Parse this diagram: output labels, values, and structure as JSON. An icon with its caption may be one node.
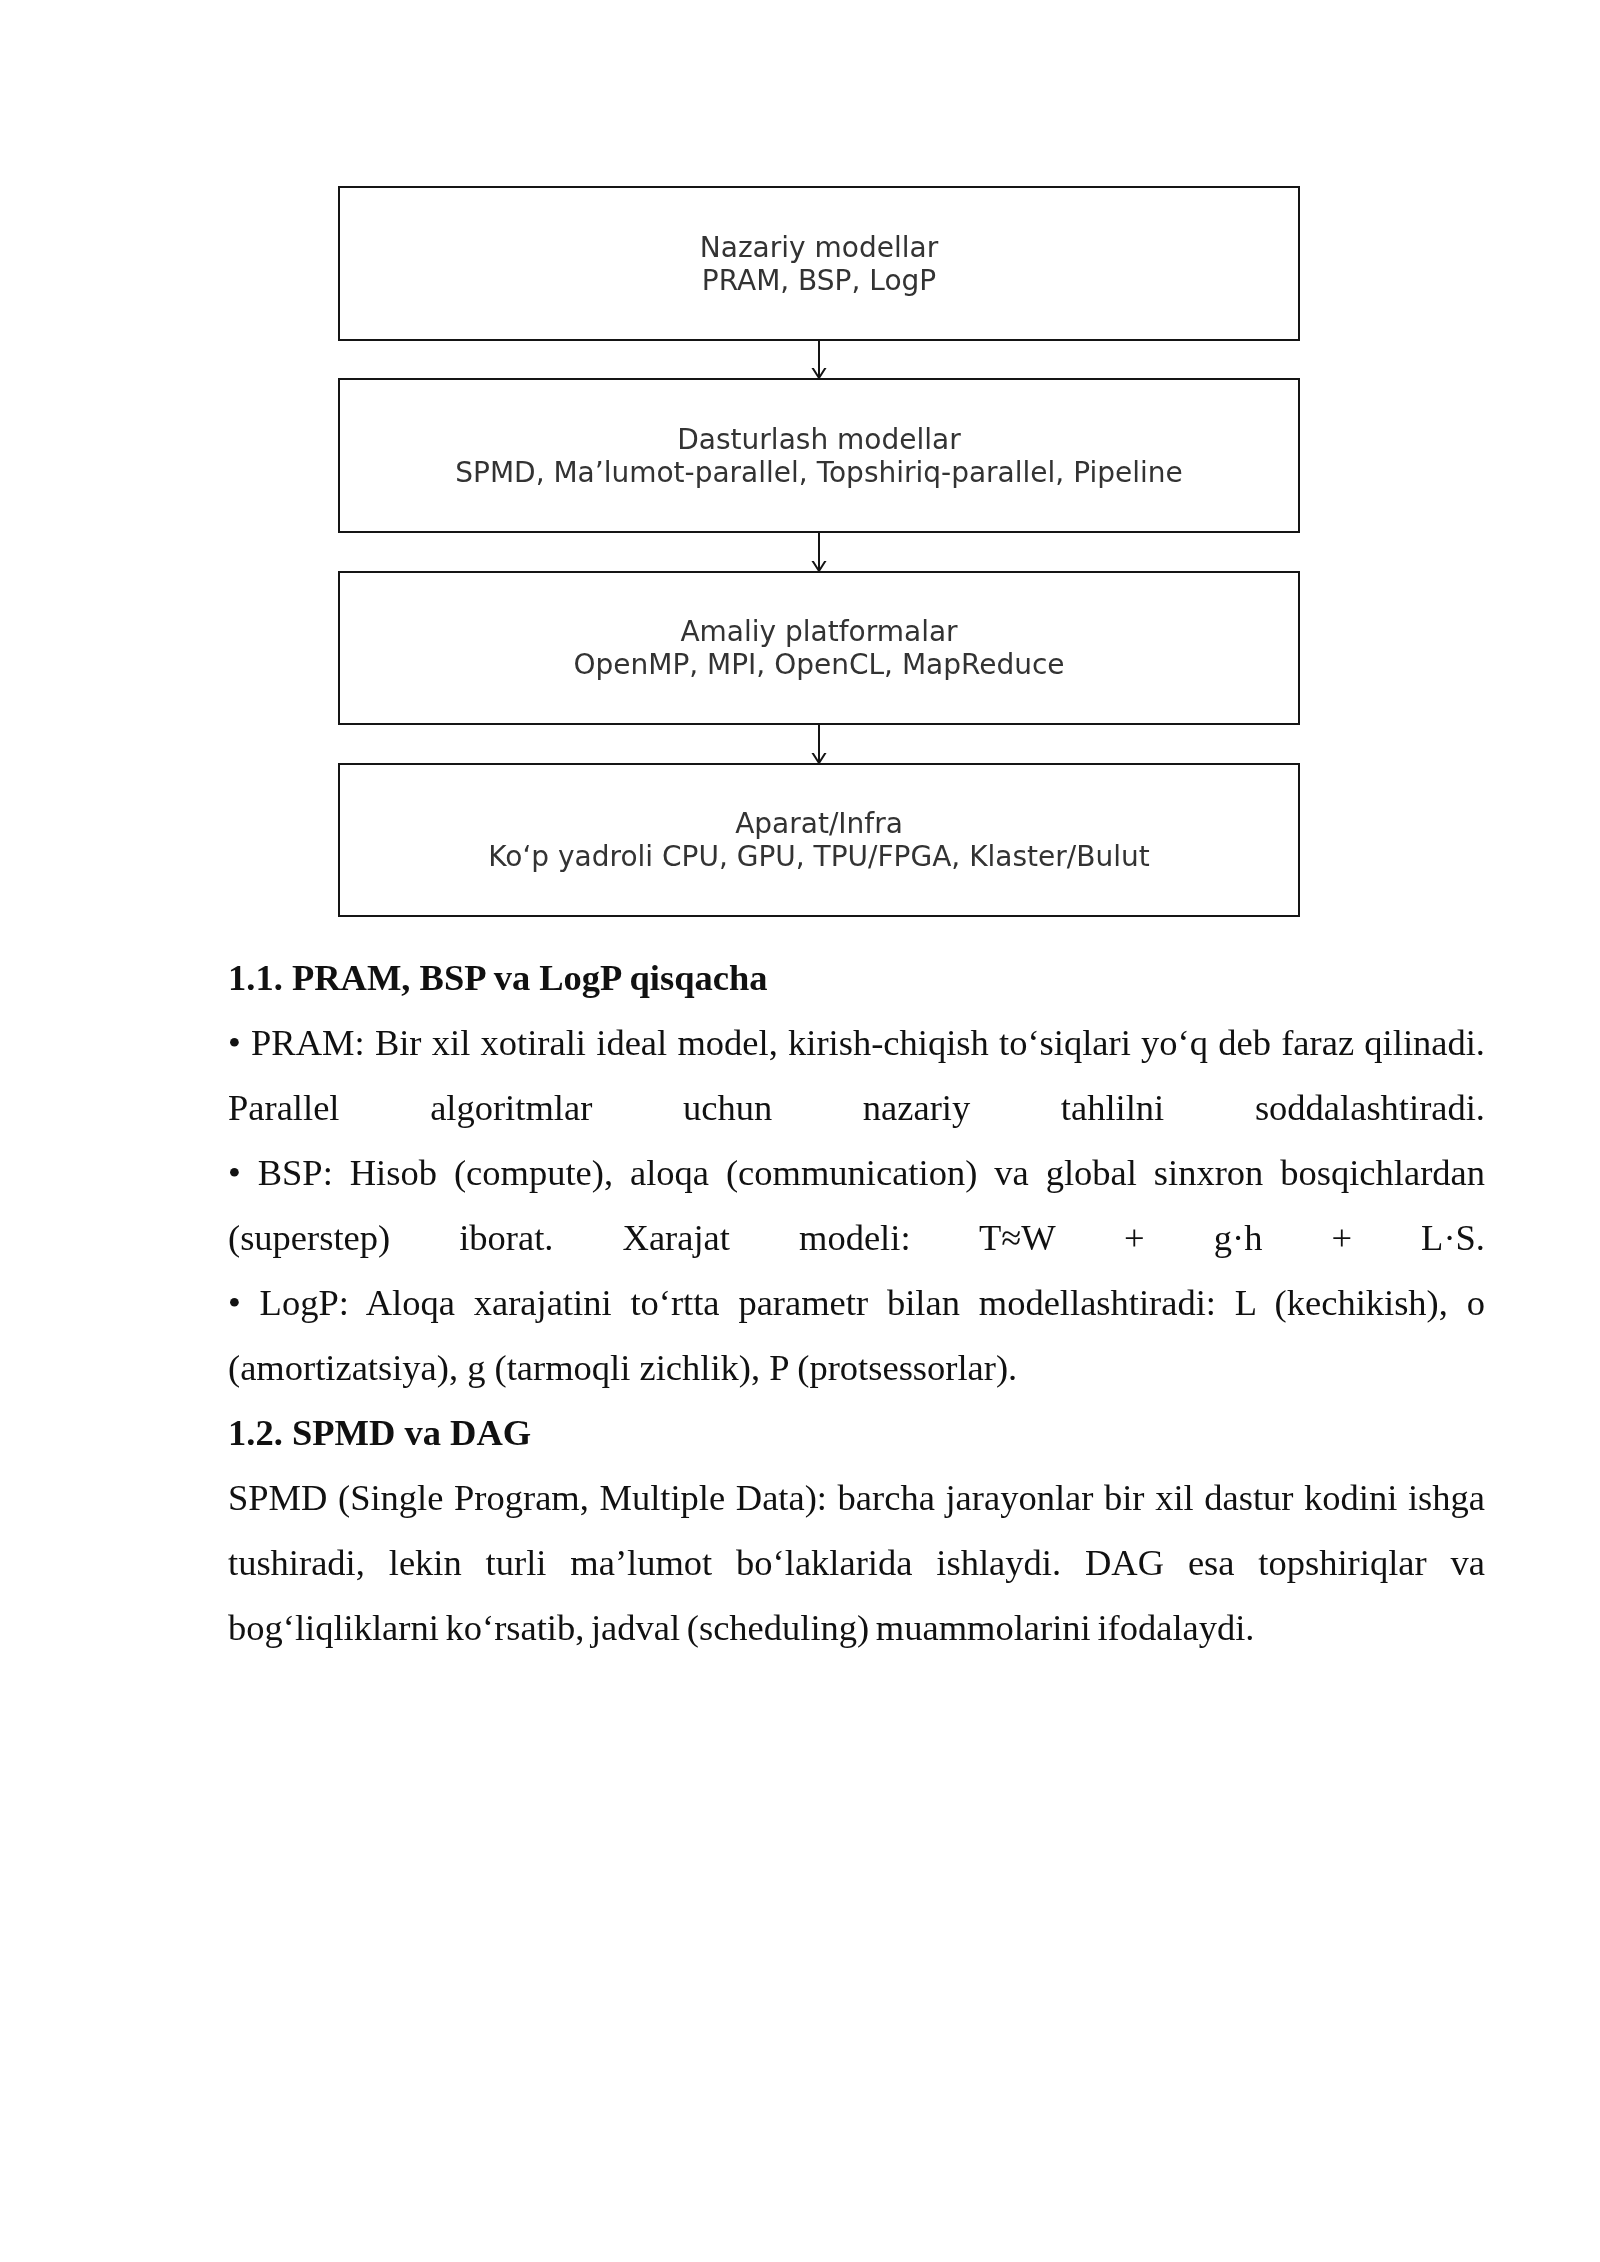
{
  "diagram": {
    "nodes": [
      {
        "text": [
          "Nazariy modellar",
          "PRAM, BSP, LogP"
        ]
      },
      {
        "text": [
          "Dasturlash modellar",
          "SPMD, Ma’lumot-parallel, Topshiriq-parallel, Pipeline"
        ]
      },
      {
        "text": [
          "Amaliy platformalar",
          "OpenMP, MPI, OpenCL, MapReduce"
        ]
      },
      {
        "text": [
          "Aparat/Infra",
          "Ko‘p yadroli CPU, GPU, TPU/FPGA, Klaster/Bulut"
        ]
      }
    ],
    "edges": [
      {
        "from": 0,
        "to": 1,
        "arrow": "to"
      },
      {
        "from": 1,
        "to": 2,
        "arrow": "to"
      },
      {
        "from": 2,
        "to": 3,
        "arrow": "to"
      }
    ],
    "labels": [
      "1.1. PRAM, BSP va LogP qisqacha",
      "• PRAM: Bir xil xotirali ideal model, kirish-chiqish to‘siqlari yo‘q deb faraz qilinadi. Parallel algoritmlar uchun nazariy tahlilni soddalashtiradi.",
      "• BSP: Hisob (compute), aloqa (communication) va global sinxron bosqichlardan (superstep) iborat. Xarajat modeli: T≈W + g·h + L·S.",
      "• LogP: Aloqa xarajatini to‘rtta parametr bilan modellashtiradi: L (kechikish), o (amortizatsiya), g (tarmoqli zichlik), P (protsessorlar).",
      "1.2. SPMD va DAG",
      "SPMD (Single Program, Multiple Data): barcha jarayonlar bir xil dastur kodini ishga tushiradi, lekin turli ma’lumot bo‘laklarida ishlaydi. DAG esa topshiriqlar va bog‘liqliklarni ko‘rsatib, jadval (scheduling) muammolarini ifodalaydi."
    ]
  }
}
